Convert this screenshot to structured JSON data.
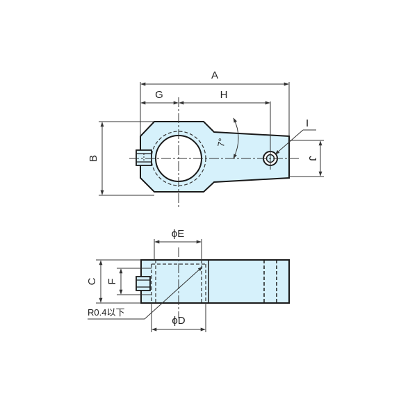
{
  "colors": {
    "part_fill": "#d6f1fb",
    "outline": "#1a1a1a",
    "dim_line": "#333333",
    "hidden_line": "#333333",
    "background": "#ffffff"
  },
  "labels": {
    "A": "A",
    "G": "G",
    "H": "H",
    "I": "I",
    "J": "J",
    "B": "B",
    "angle": "7°",
    "E": "ϕE",
    "C": "C",
    "F": "F",
    "D": "ϕD",
    "radius_note": "R0.4以下"
  },
  "views": [
    "top-view",
    "front-view"
  ]
}
